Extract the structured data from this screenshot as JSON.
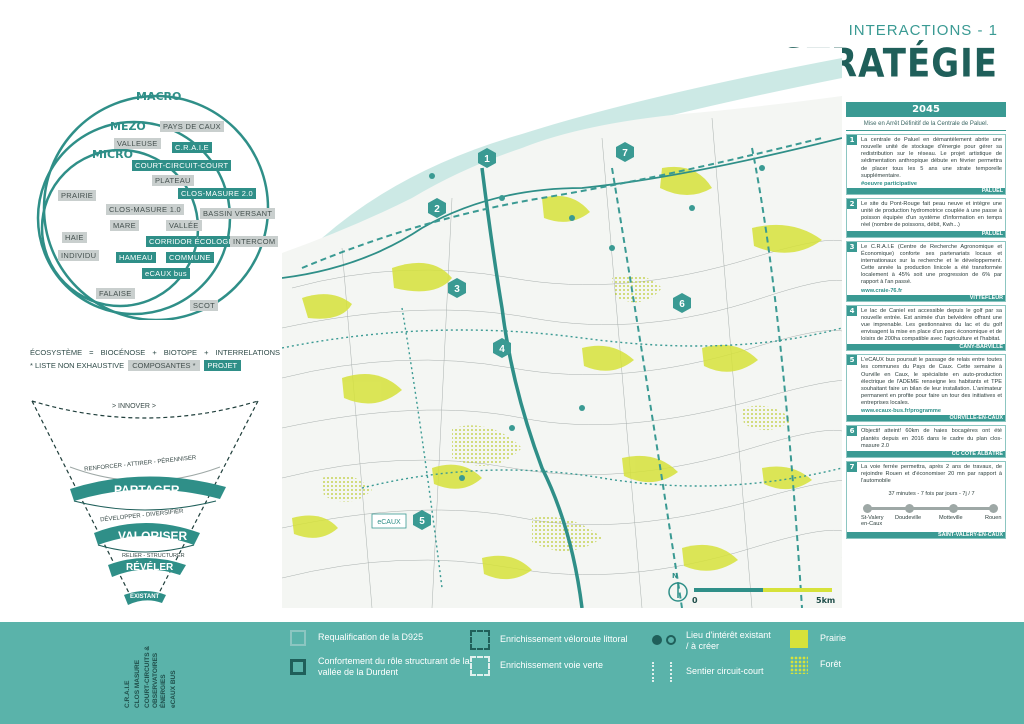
{
  "header": {
    "kicker": "INTERACTIONS - 1",
    "title": "STRATÉGIE"
  },
  "circles": {
    "macro": "MACRO",
    "mezo": "MEZO",
    "micro": "MICRO",
    "tags_grey": [
      "PAYS DE CAUX",
      "VALLEUSE",
      "PLATEAU",
      "PRAIRIE",
      "BASSIN VERSANT",
      "CLOS-MASURE 1.0",
      "MARE",
      "VALLÉE",
      "HAIE",
      "INDIVIDU",
      "INTERCOM",
      "FALAISE",
      "SCOT"
    ],
    "tags_teal": [
      "C.R.A.I.E",
      "COURT-CIRCUIT-COURT",
      "CLOS-MASURE 2.0",
      "CORRIDOR ÉCOLOGIQUE",
      "HAMEAU",
      "COMMUNE",
      "eCAUX bus"
    ]
  },
  "formula": {
    "ecosysteme": "ÉCOSYSTÈME",
    "eq": "=",
    "biocenose": "BIOCÉNOSE",
    "plus1": "+",
    "biotope": "BIOTOPE",
    "plus2": "+",
    "interrelations": "INTERRELATIONS",
    "note": "* LISTE NON EXHAUSTIVE",
    "composantes": "COMPOSANTES *",
    "projet": "PROJET"
  },
  "funnel": {
    "innover": "> INNOVER >",
    "renforcer": "RENFORCER - ATTIRER - PÉRENNISER",
    "partager": "PARTAGER",
    "developper": "DÉVELOPPER - DIVERSIFIER",
    "valoriser": "VALORISER",
    "relier": "RELIER - STRUCTURER",
    "reveler": "RÉVÉLER",
    "existant": "EXISTANT",
    "projects": [
      "C.R.A.I.E",
      "CLOS MASURE",
      "COURT-CIRCUITS &",
      "OBSERVATOIRES",
      "ÉNERGIES",
      "eCAUX BUS"
    ]
  },
  "panel": {
    "year": "2045",
    "subtitle": "Mise en Arrêt Définitif de la Centrale de Paluel.",
    "items": [
      {
        "n": "1",
        "text": "La centrale de Paluel en démantèlement abrite une nouvelle unité de stockage d'énergie pour gérer sa redistribution sur le réseau. Le projet artistique de sédimentation anthropique débute en février permettra de placer tous les 5 ans une strate temporelle supplémentaire.",
        "link": "#oeuvre participative",
        "loc": "PALUEL"
      },
      {
        "n": "2",
        "text": "Le site du Pont-Rouge fait peau neuve et intègre une unité de production hydromotrice couplée à une passe à poisson équipée d'un système d'information en temps réel (nombre de poissons, débit, Kwh...)",
        "link": "",
        "loc": "PALUEL"
      },
      {
        "n": "3",
        "text": "Le C.R.A.I.E (Centre de Recherche Agronomique et Économique) conforte ses partenariats locaux et internationaux sur la recherche et le développement. Cette année la production linicole a été transformée localement à 45% soit une progression de 6% par rapport à l'an passé.",
        "link": "www.craie-76.fr",
        "loc": "VITTEFLEUR"
      },
      {
        "n": "4",
        "text": "Le lac de Caniel est accessible depuis le golf par sa nouvelle entrée. Est animée d'un belvédère offrant une vue imprenable. Les gestionnaires du lac et du golf envisagent la mise en place d'un parc économique et de loisirs de 200ha compatible avec l'agriculture et l'habitat.",
        "link": "",
        "loc": "CANY-BARVILLE"
      },
      {
        "n": "5",
        "text": "L'eCAUX bus poursuit le passage de relais entre toutes les communes du Pays de Caux. Cette semaine à Ourville en Caux, le spécialiste en auto-production électrique de l'ADEME renseigne les habitants et TPE souhaitant faire un bilan de leur installation. L'animateur permanent en profite pour faire un tour des initiatives et entreprises locales.",
        "link": "www.ecaux-bus.fr/programme",
        "loc": "OURVILLE-EN-CAUX"
      },
      {
        "n": "6",
        "text": "Objectif atteint! 60km de haies bocagères ont été plantés depuis en 2016 dans le cadre du plan clos-masure 2.0",
        "link": "",
        "loc": "CC CÔTE ALBÂTRE"
      },
      {
        "n": "7",
        "text": "La voie ferrée permettra, après 2 ans de travaux, de rejoindre Rouen et d'économiser 20 mn par rapport à l'automobile",
        "link": "",
        "loc": ""
      }
    ],
    "timeline": {
      "caption": "37 minutes - 7 fois par jours - 7j / 7",
      "stops": [
        "St-Valery en-Caux",
        "Doudeville",
        "Motteville",
        "Rouen"
      ]
    },
    "final_loc": "SAINT-VALERY-EN-CAUX"
  },
  "map": {
    "markers": [
      "1",
      "2",
      "3",
      "4",
      "5",
      "6",
      "7"
    ],
    "caux_label": "eCAUX"
  },
  "scale": {
    "north": "N",
    "zero": "0",
    "end": "5km"
  },
  "legend": {
    "items": [
      "Requalification de la D925",
      "Confortement du rôle structurant de la vallée de la Durdent",
      "Enrichissement véloroute littoral",
      "Enrichissement voie verte",
      "Lieu d'intérêt existant / à créer",
      "Sentier circuit-court",
      "Prairie",
      "Forêt"
    ]
  },
  "colors": {
    "teal": "#2f8f88",
    "teal_light": "#5ab3aa",
    "yellow": "#d6e23a",
    "grey_tag": "#c9cfce"
  }
}
